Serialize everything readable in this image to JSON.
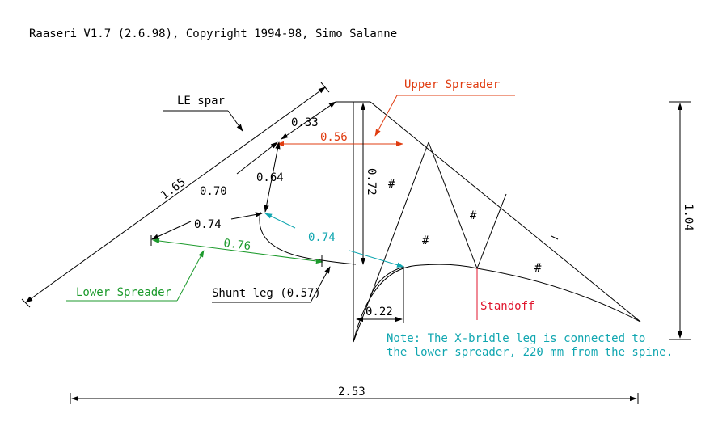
{
  "header": {
    "title": "Raaseri V1.7 (2.6.98), Copyright 1994-98, Simo Salanne"
  },
  "labels": {
    "le_spar": "LE spar",
    "upper_spreader": "Upper Spreader",
    "lower_spreader": "Lower Spreader",
    "shunt_leg": "Shunt leg (0.57)",
    "standoff": "Standoff",
    "note_line1": "Note: The X-bridle leg is connected to",
    "note_line2": "the lower spreader, 220 mm from the spine."
  },
  "dimensions": {
    "le_spar_length": "1.65",
    "d_033": "0.33",
    "d_056": "0.56",
    "d_072": "0.72",
    "d_070": "0.70",
    "d_064": "0.64",
    "d_074_black": "0.74",
    "d_074_cyan": "0.74",
    "d_076": "0.76",
    "d_022": "0.22",
    "height": "1.04",
    "span": "2.53"
  },
  "panel_marks": {
    "symbol": "#"
  },
  "colors": {
    "upper_spreader": "#e03c10",
    "lower_spreader": "#1c9a2c",
    "bridle": "#10a6b0",
    "standoff": "#e0142c",
    "lines": "#000000"
  }
}
